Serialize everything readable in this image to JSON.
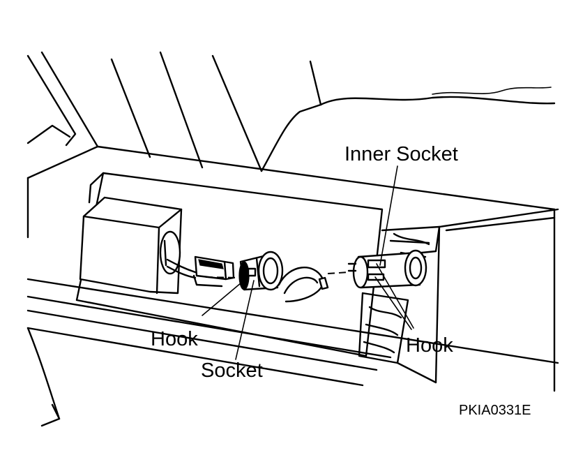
{
  "labels": {
    "inner_socket": "Inner Socket",
    "hook_left": "Hook",
    "socket": "Socket",
    "hook_right": "Hook",
    "figure_code": "PKIA0331E"
  }
}
